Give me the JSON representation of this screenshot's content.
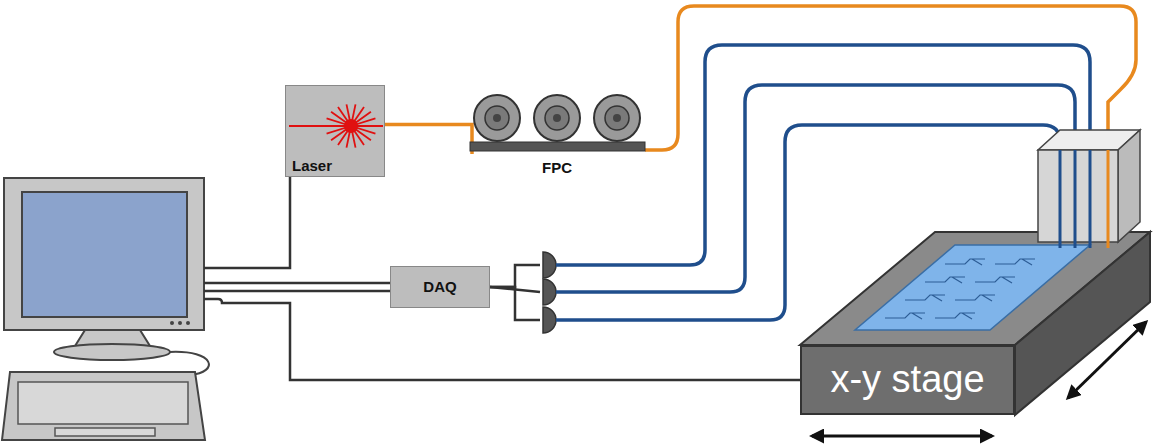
{
  "diagram": {
    "nodes": [
      {
        "text": [
          "Laser"
        ]
      },
      {
        "text": [
          "FPC"
        ]
      },
      {
        "text": [
          "DAQ"
        ]
      },
      {
        "text": [
          "x-y stage"
        ]
      }
    ],
    "edges": [
      {
        "from": 0,
        "to": 1,
        "arrow": "none"
      }
    ]
  }
}
